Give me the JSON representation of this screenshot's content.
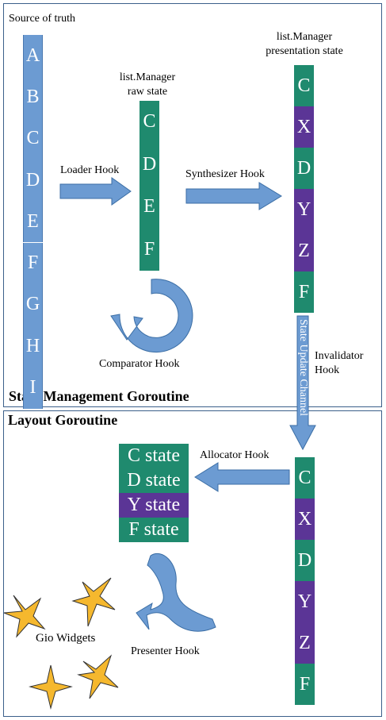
{
  "sections": {
    "state_management": "State Management Goroutine",
    "layout": "Layout Goroutine"
  },
  "source": {
    "label": "Source of truth",
    "items": [
      "A",
      "B",
      "C",
      "D",
      "E",
      "F",
      "G",
      "H",
      "I"
    ],
    "color": "#6c9bd2"
  },
  "raw_state": {
    "label_line1": "list.Manager",
    "label_line2": "raw state",
    "items": [
      "C",
      "D",
      "E",
      "F"
    ],
    "color": "#1f8a6e"
  },
  "presentation_state": {
    "label_line1": "list.Manager",
    "label_line2": "presentation state",
    "items": [
      {
        "text": "C",
        "color": "#1f8a6e"
      },
      {
        "text": "X",
        "color": "#5b3596"
      },
      {
        "text": "D",
        "color": "#1f8a6e"
      },
      {
        "text": "Y",
        "color": "#5b3596"
      },
      {
        "text": "Z",
        "color": "#5b3596"
      },
      {
        "text": "F",
        "color": "#1f8a6e"
      }
    ]
  },
  "layout_list": {
    "items": [
      {
        "text": "C",
        "color": "#1f8a6e"
      },
      {
        "text": "X",
        "color": "#5b3596"
      },
      {
        "text": "D",
        "color": "#1f8a6e"
      },
      {
        "text": "Y",
        "color": "#5b3596"
      },
      {
        "text": "Z",
        "color": "#5b3596"
      },
      {
        "text": "F",
        "color": "#1f8a6e"
      }
    ]
  },
  "hooks": {
    "loader": "Loader Hook",
    "synthesizer": "Synthesizer Hook",
    "comparator": "Comparator Hook",
    "invalidator_line1": "Invalidator",
    "invalidator_line2": "Hook",
    "allocator": "Allocator Hook",
    "presenter": "Presenter Hook"
  },
  "channel_label": "State Update Channel",
  "layout_states": [
    {
      "text": "C state",
      "color": "#1f8a6e"
    },
    {
      "text": "D state",
      "color": "#1f8a6e"
    },
    {
      "text": "Y state",
      "color": "#5b3596"
    },
    {
      "text": "F state",
      "color": "#1f8a6e"
    }
  ],
  "gio_widgets": "Gio Widgets",
  "colors": {
    "arrow_fill": "#6c9bd2",
    "arrow_stroke": "#3b6ea5",
    "star_fill": "#f5b82e",
    "frame_border": "#3b5f8a"
  }
}
